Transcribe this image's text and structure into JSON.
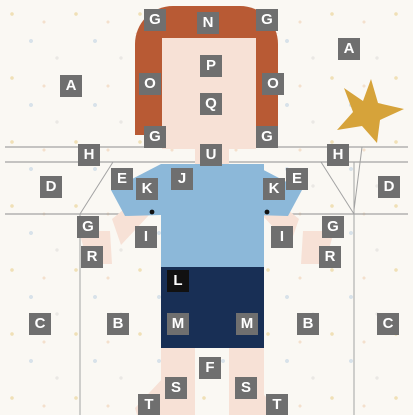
{
  "labels": {
    "A": "A",
    "B": "B",
    "C": "C",
    "D": "D",
    "E": "E",
    "F": "F",
    "G": "G",
    "H": "H",
    "I": "I",
    "J": "J",
    "K": "K",
    "L": "L",
    "M": "M",
    "N": "N",
    "O": "O",
    "P": "P",
    "Q": "Q",
    "R": "R",
    "S": "S",
    "T": "T",
    "U": "U"
  },
  "colors": {
    "background": "#faf8f3",
    "line": "#a3a3a3",
    "hair": "#b85a34",
    "skin": "#f7e1d6",
    "shirt": "#8cb8d9",
    "shorts": "#182f55",
    "star": "#d6a33a",
    "shirt_star": "#d8e8f5",
    "label_bg": "#6f6f6f",
    "label_dark": "#111111",
    "label_text": "#ffffff"
  }
}
